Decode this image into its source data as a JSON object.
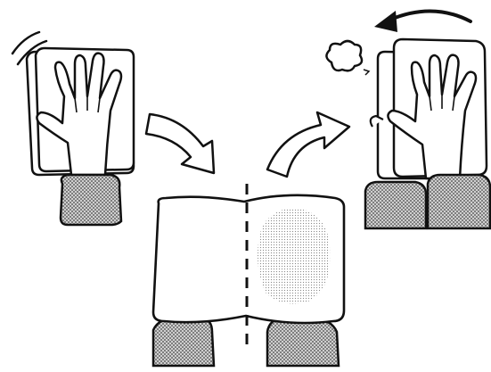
{
  "diagram": {
    "steps": [
      {
        "id": "step-1",
        "description_icon": "hand-wiping-icon"
      },
      {
        "id": "step-2",
        "description_icon": "folded-cloth-icon"
      },
      {
        "id": "step-3",
        "description_icon": "hand-refold-icon"
      }
    ],
    "colors": {
      "stroke": "#111111",
      "shade": "#7a7a7a",
      "stain": "#bdbdbd",
      "background": "#ffffff"
    }
  }
}
